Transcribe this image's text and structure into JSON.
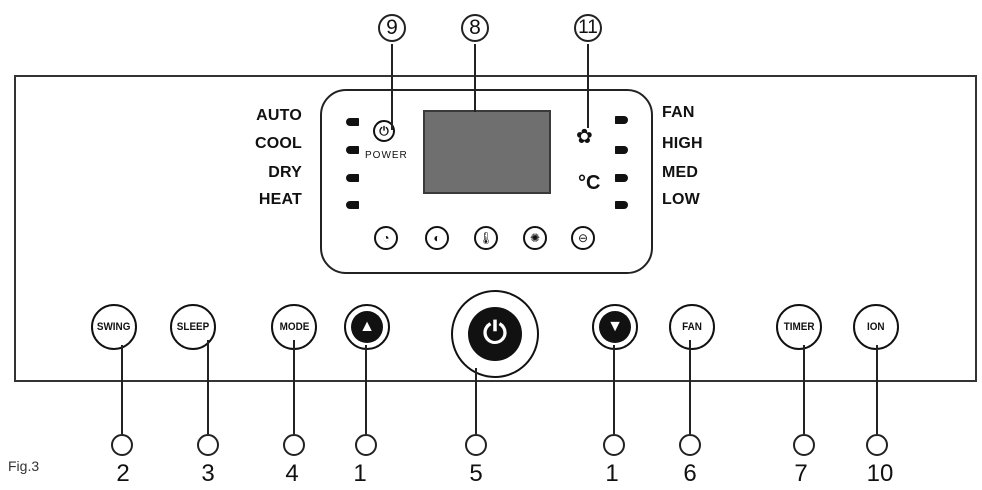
{
  "figure": {
    "label": "Fig.3"
  },
  "display": {
    "mode_labels": [
      "AUTO",
      "COOL",
      "DRY",
      "HEAT"
    ],
    "fan_labels": [
      "FAN",
      "HIGH",
      "MED",
      "LOW"
    ],
    "power_text": "POWER",
    "celsius_text": "°C"
  },
  "buttons": {
    "swing": "SWING",
    "sleep": "SLEEP",
    "mode": "MODE",
    "fan": "FAN",
    "timer": "TIMER",
    "ion": "ION"
  },
  "callouts": {
    "top": [
      "9",
      "8",
      "11"
    ],
    "bottom": [
      "2",
      "3",
      "4",
      "1",
      "5",
      "1",
      "6",
      "7",
      "10"
    ]
  }
}
